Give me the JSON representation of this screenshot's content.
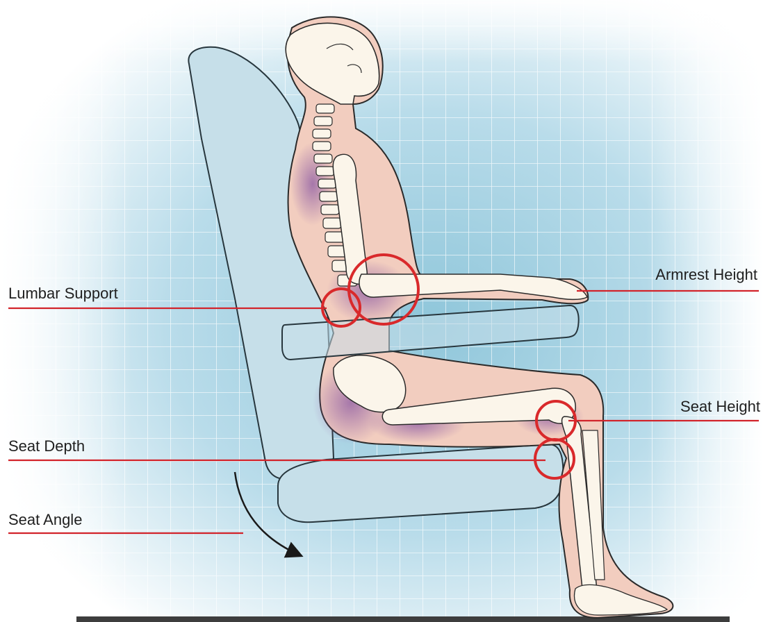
{
  "labels": {
    "lumbar_support": "Lumbar Support",
    "armrest_height": "Armrest Height",
    "seat_height": "Seat Height",
    "seat_depth": "Seat Depth",
    "seat_angle": "Seat Angle"
  },
  "colors": {
    "leader_line": "#d2232a",
    "marker_circle": "#d9292b",
    "chair_fill": "#c6dfe9",
    "chair_stroke": "#27363d",
    "body_fill": "#f2cdbf",
    "bone_fill": "#fbf5ea",
    "muscle_tint": "#8c5aa3",
    "grid_line": "#ffffff",
    "background_blue": "#a9d3e2"
  },
  "icons": {
    "seat_angle_arrow": "curved-arrow-icon"
  }
}
